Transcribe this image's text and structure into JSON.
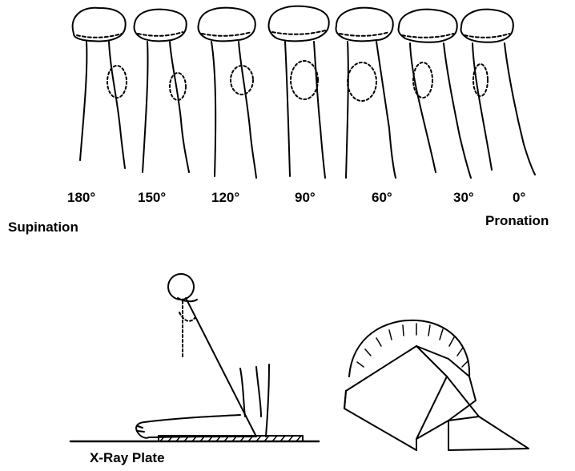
{
  "angles": [
    "180°",
    "150°",
    "120°",
    "90°",
    "60°",
    "30°",
    "0°"
  ],
  "labels": {
    "supination": "Supination",
    "pronation": "Pronation",
    "xray_plate": "X-Ray Plate"
  },
  "colors": {
    "line": "#000000",
    "background": "#ffffff"
  }
}
